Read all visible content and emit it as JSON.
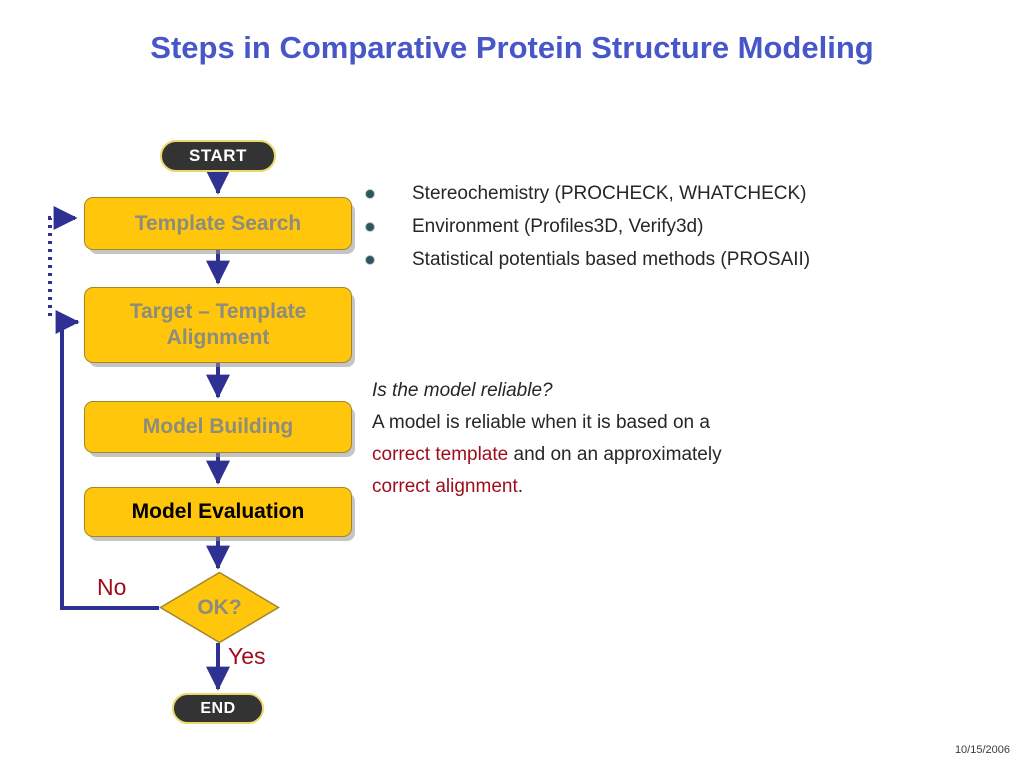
{
  "slide": {
    "title": "Steps in Comparative Protein Structure Modeling",
    "footer_date": "10/15/2006",
    "title_color": "#4757c8",
    "box_fill": "#ffc60b",
    "box_text_color": "#8c8c7f",
    "terminator_fill": "#333333",
    "terminator_border": "#e8d96a",
    "connector_color": "#2e3192",
    "accent_red": "#9e0b1b",
    "bullet_color": "#2f5562"
  },
  "flowchart": {
    "start": {
      "label": "START"
    },
    "steps": [
      {
        "id": "template-search",
        "label": "Template Search",
        "label_style": "gray"
      },
      {
        "id": "target-template-alignment",
        "label": "Target – Template Alignment",
        "label_style": "gray"
      },
      {
        "id": "model-building",
        "label": "Model Building",
        "label_style": "gray"
      },
      {
        "id": "model-evaluation",
        "label": "Model Evaluation",
        "label_style": "black"
      }
    ],
    "decision": {
      "id": "ok-decision",
      "label": "OK?"
    },
    "branch_labels": {
      "no": "No",
      "yes": "Yes"
    },
    "end": {
      "label": "END"
    }
  },
  "evaluation_methods": {
    "bullets": [
      "Stereochemistry (PROCHECK, WHATCHECK)",
      "Environment (Profiles3D, Verify3d)",
      "Statistical potentials based methods (PROSAII)"
    ]
  },
  "reliability_note": {
    "question": "Is the model reliable?",
    "line1": "A model is reliable when it is based on a",
    "line2_em": "correct template",
    "line2_rest": " and on an approximately",
    "line3_em": "correct alignment",
    "line3_rest": "."
  }
}
